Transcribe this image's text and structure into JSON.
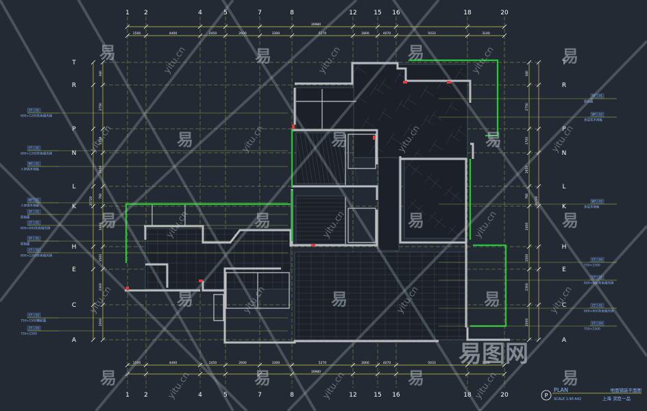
{
  "colors": {
    "background": "#232a33",
    "axis_text": "#ffffff",
    "grid_line": "#d8d86a",
    "dim_line": "#cfd24e",
    "wall": "#b9bcc0",
    "green_wall": "#25c83a",
    "red_mark": "#e23b3b",
    "tag_fill": "#2b3b52",
    "tag_text": "#8fb7ff",
    "watermark": "#b3bac4"
  },
  "grid": {
    "columns": [
      "1",
      "2",
      "4",
      "5",
      "7",
      "8",
      "12",
      "15",
      "16",
      "18",
      "20"
    ],
    "rows": [
      "T",
      "R",
      "P",
      "N",
      "L",
      "K",
      "H",
      "E",
      "C",
      "A"
    ]
  },
  "dimensions": {
    "top_segments": [
      "1500",
      "4400",
      "2450",
      "2600",
      "3300",
      "5270",
      "2800",
      "4070",
      "5033",
      "3140"
    ],
    "top_total": "30980",
    "bottom_segments": [
      "1500",
      "4400",
      "2450",
      "2600",
      "3300",
      "5270",
      "2800",
      "4070",
      "5033",
      "3140"
    ],
    "bottom_total": "30980",
    "left_segments": [
      "340",
      "2750",
      "1700",
      "2650",
      "760",
      "2400",
      "1500",
      "2300",
      "2000"
    ],
    "left_total": "20720",
    "right_segments": [
      "340",
      "2750",
      "1700",
      "2650",
      "760",
      "2400",
      "1500",
      "2300",
      "2000"
    ],
    "right_total": "20720"
  },
  "left_callouts": [
    {
      "codes": [
        "CT",
        "01"
      ],
      "text": "600×1200灰色哑光砖"
    },
    {
      "codes": [
        "CT",
        "01"
      ],
      "text": "600×1200灰色哑光砖"
    },
    {
      "codes": [
        "WF",
        "01"
      ],
      "text": "人字拼木地板"
    },
    {
      "codes": [
        "WF",
        "01"
      ],
      "text": "人字拼木地板"
    },
    {
      "codes": [
        "ST",
        "01"
      ],
      "text": "原始面"
    },
    {
      "codes": [
        "CT",
        "01"
      ],
      "text": "600×600灰色哑光砖"
    },
    {
      "codes": [
        "ST",
        "01"
      ],
      "text": "原始面"
    },
    {
      "codes": [
        "CT",
        "01"
      ],
      "text": "600×1200灰色哑光砖"
    },
    {
      "codes": [
        "CT",
        "02"
      ],
      "text": "750×1500橡胶面"
    },
    {
      "codes": [
        "CT",
        "03"
      ],
      "text": "750×1500"
    }
  ],
  "right_callouts": [
    {
      "codes": [
        "ST",
        "01"
      ],
      "text": "原始面"
    },
    {
      "codes": [
        "WF",
        "02"
      ],
      "text": "多层实木地板"
    },
    {
      "codes": [
        "WF",
        "02"
      ],
      "text": "多层木地板"
    },
    {
      "codes": [
        "CT",
        "04"
      ],
      "text": "750×1500"
    },
    {
      "codes": [
        "CT",
        "01"
      ],
      "text": "600×600灰色哑光砖"
    },
    {
      "codes": [
        "CT",
        "01"
      ],
      "text": "600×600灰色哑光砖"
    },
    {
      "codes": [
        "CT",
        "04"
      ],
      "text": "750×1500"
    }
  ],
  "title_block": {
    "symbol": "P",
    "plan_label": "PLAN",
    "scale": "SCALE 1:90 A42",
    "drawing_title": "地面铺装平面图",
    "project": "上海 滨臣一品"
  },
  "watermarks": {
    "cn": "易",
    "domain": "yitu.cn",
    "logo": "易图网"
  }
}
